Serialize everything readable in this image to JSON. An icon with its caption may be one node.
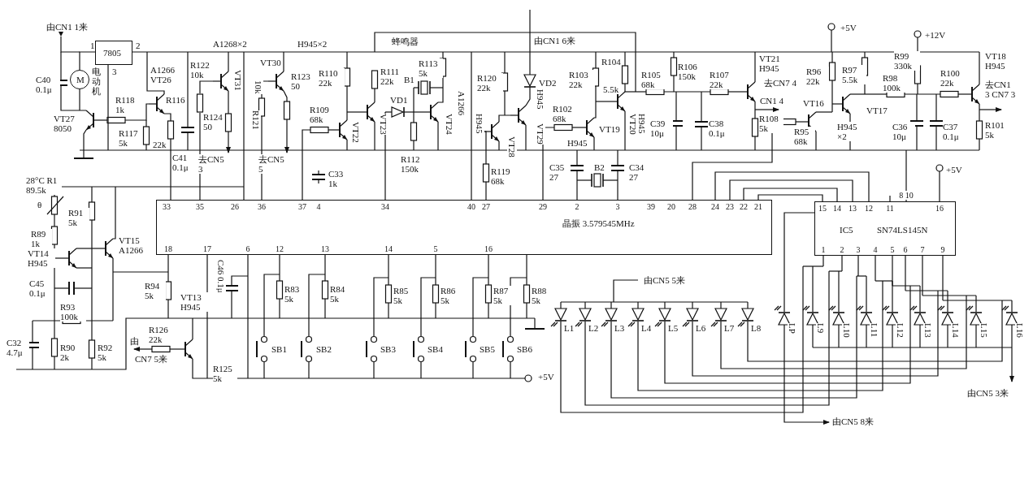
{
  "diagram": {
    "nodes": [
      {
        "text": [
          "7805"
        ]
      },
      {
        "text": [
          "M"
        ],
        "beside": [
          "电动机"
        ]
      },
      {
        "text": [
          "晶振 3.579545MHz"
        ]
      },
      {
        "text": [
          "IC5",
          "SN74LS145N"
        ]
      }
    ],
    "edges": [
      {
        "from": 1,
        "to": 0,
        "arrow": "none"
      },
      {
        "from": 2,
        "to": 3,
        "arrow": "none"
      },
      {
        "from": 2,
        "to": 3,
        "arrow": "none"
      },
      {
        "from": 2,
        "to": 3,
        "arrow": "none"
      },
      {
        "from": 2,
        "to": 3,
        "arrow": "none"
      }
    ],
    "labels": [
      "由CN1 1来",
      "1",
      "2",
      "3",
      "C40 0.1μ",
      "VT27 8050",
      "R118 1k",
      "R117 5k",
      "A1266 VT26",
      "R116",
      "22k",
      "C41 0.1μ",
      "R122 10k",
      "A1268×2",
      "R124 50",
      "VT31",
      "去CN5 3",
      "10k",
      "R121",
      "H945×2",
      "VT30",
      "R123 50",
      "R110 22k",
      "R109 68k",
      "去CN5 5",
      "C33 1k",
      "VT22",
      "R111 22k",
      "VT23",
      "蜂鸣器",
      "R113 5k",
      "B1",
      "VD1",
      "VT24",
      "A1266",
      "R112 150k",
      "H945",
      "VT28",
      "R120 22k",
      "VD2",
      "H945",
      "VT29",
      "由CN1 6来",
      "R119 68k",
      "R102 68k",
      "R103 22k",
      "R104",
      "5.5k",
      "H945",
      "VT19",
      "VT20",
      "H945",
      "R105 68k",
      "R106 150k",
      "C39 10μ",
      "R107 22k",
      "C38 0.1μ",
      "VT21 H945",
      "去CN7 4",
      "CN1 4",
      "R108 5k",
      "+5V",
      "R96 22k",
      "R97 5.5k",
      "VT16",
      "VT17",
      "R95 68k",
      "H945 ×2",
      "+12V",
      "R99 330k",
      "R98 100k",
      "C36 10μ",
      "C37 0.1μ",
      "VT18 H945",
      "R100 22k",
      "去CN1 3 CN7 3",
      "R101 5k",
      "C35 27",
      "B2",
      "C34 27",
      "+5V",
      "28°C R1 89.5k",
      "θ",
      "R91 5k",
      "R89 1k",
      "VT14 H945",
      "VT15 A1266",
      "C45 0.1μ",
      "R93 100k",
      "C32 4.7μ",
      "R90 2k",
      "R92 5k",
      "R94 5k",
      "VT13 H945",
      "R126 22k",
      "由",
      "CN7 5来",
      "R125 5k",
      "C46 0.1μ",
      "R83 5k",
      "R84 5k",
      "SB1",
      "SB2",
      "SB3",
      "SB4",
      "SB5",
      "SB6",
      "R85 5k",
      "R86 5k",
      "R87 5k",
      "R88 5k",
      "+5V",
      "由CN5 5来",
      "L1",
      "L2",
      "L3",
      "L4",
      "L5",
      "L6",
      "L7",
      "L8",
      "LP",
      "L9",
      "L10",
      "L11",
      "L12",
      "L13",
      "L14",
      "L15",
      "L16",
      "由CN5 3来",
      "由CN5 8来",
      "33",
      "35",
      "26",
      "36",
      "37",
      "4",
      "34",
      "40",
      "27",
      "29",
      "2",
      "3",
      "39",
      "20",
      "28",
      "24",
      "23",
      "22",
      "21",
      "18",
      "17",
      "6",
      "12",
      "13",
      "14",
      "5",
      "16",
      "15",
      "14",
      "13",
      "12",
      "11",
      "8 10",
      "16",
      "1",
      "2",
      "3",
      "4",
      "5",
      "6",
      "7",
      "9"
    ]
  }
}
